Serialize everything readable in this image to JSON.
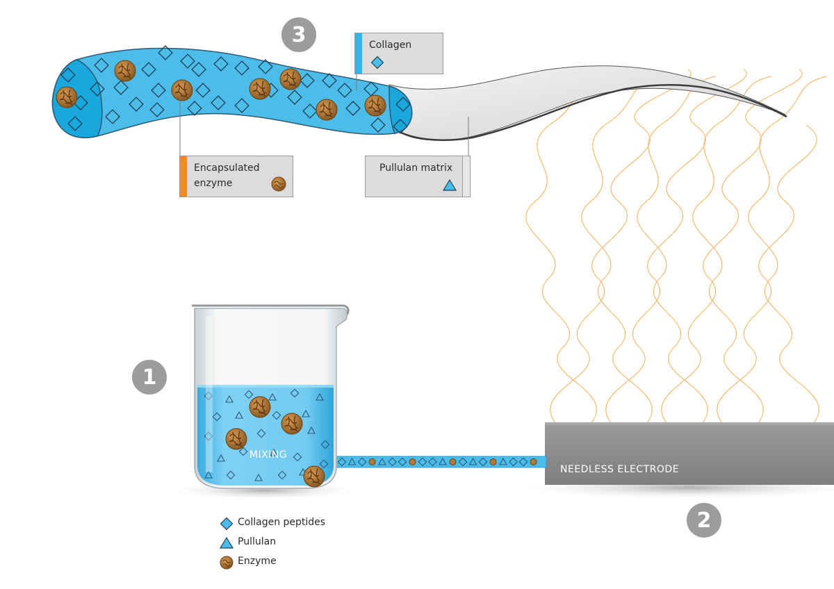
{
  "steps": {
    "mixing": "1",
    "electrode": "2",
    "fiber": "3"
  },
  "labels": {
    "mixing": "MIXING",
    "electrode": "NEEDLESS ELECTRODE"
  },
  "callouts": {
    "collagen": "Collagen",
    "enzyme": "Encapsulated enzyme",
    "matrix": "Pullulan matrix"
  },
  "legend": [
    {
      "label": "Collagen peptides",
      "icon": "diamond-icon"
    },
    {
      "label": "Pullulan",
      "icon": "triangle-icon"
    },
    {
      "label": "Enzyme",
      "icon": "enzyme-bead-icon"
    }
  ],
  "colors": {
    "fluid_blue": "#4bbde8",
    "fluid_blue_dark": "#1aa7dc",
    "enzyme_brown": "#b07a3a",
    "fiber_orange": "#f5b25c",
    "electrode_gray": "#8d8d8d",
    "callout_orange_bar": "#f28c1e",
    "callout_blue_bar": "#3ab4e6"
  }
}
